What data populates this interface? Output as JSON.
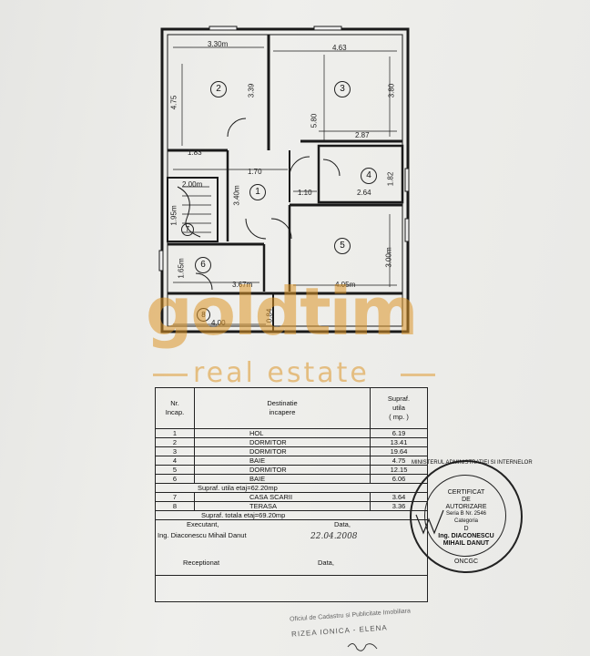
{
  "plan": {
    "dims": {
      "d_330": "3.30m",
      "d_463": "4.63",
      "d_475": "4.75",
      "d_339": "3.39",
      "d_580": "5.80",
      "d_380": "3.80",
      "d_183": "1.83",
      "d_287": "2.87",
      "d_170": "1.70",
      "d_340": "3.40m",
      "d_110": "1.10",
      "d_264": "2.64",
      "d_182": "1.82",
      "d_200": "2.00m",
      "d_195": "1.95m",
      "d_165": "1.65m",
      "d_300": "3.00m",
      "d_367": "3.67m",
      "d_405": "4.05m",
      "d_400": "4.00",
      "d_084": "0.84"
    },
    "rooms": [
      "1",
      "2",
      "3",
      "4",
      "5",
      "6",
      "7",
      "8"
    ]
  },
  "watermark": {
    "brand": "goldtim",
    "sub": "real estate"
  },
  "table": {
    "h_nr": "Nr.",
    "h_incap": "Incap.",
    "h_dest1": "Destinatie",
    "h_dest2": "incapere",
    "h_supraf1": "Supraf.",
    "h_supraf2": "utila",
    "h_mp": "( mp. )",
    "rows": [
      {
        "nr": "1",
        "name": "HOL",
        "area": "6.19"
      },
      {
        "nr": "2",
        "name": "DORMITOR",
        "area": "13.41"
      },
      {
        "nr": "3",
        "name": "DORMITOR",
        "area": "19.64"
      },
      {
        "nr": "4",
        "name": "BAIE",
        "area": "4.75"
      },
      {
        "nr": "5",
        "name": "DORMITOR",
        "area": "12.15"
      },
      {
        "nr": "6",
        "name": "BAIE",
        "area": "6.06"
      }
    ],
    "subtotal": "Supraf. utila etaj=62.20mp",
    "rows2": [
      {
        "nr": "7",
        "name": "CASA SCARII",
        "area": "3.64"
      },
      {
        "nr": "8",
        "name": "TERASA",
        "area": "3.36"
      }
    ],
    "total": "Supraf. totala etaj=69.20mp",
    "executant": "Executant,",
    "data1": "Data,",
    "engineer": "Ing. Diaconescu Mihail Danut",
    "date_written": "22.04.2008",
    "receptionat": "Receptionat",
    "data2": "Data,"
  },
  "stamp": {
    "ring_top": "MINISTERUL ADMINISTRATIEI SI INTERNELOR",
    "ring_bottom": "ONCGC",
    "l1": "CERTIFICAT",
    "l2": "DE",
    "l3": "AUTORIZARE",
    "l4": "Seria B Nr. 2546",
    "l5": "Categoria",
    "l6": "D",
    "l7": "Ing. DIACONESCU",
    "l8": "MIHAIL DANUT"
  },
  "footer": {
    "office": "Oficiul de Cadastru si Publicitate Imobiliara",
    "name": "RIZEA IONICA - ELENA"
  }
}
